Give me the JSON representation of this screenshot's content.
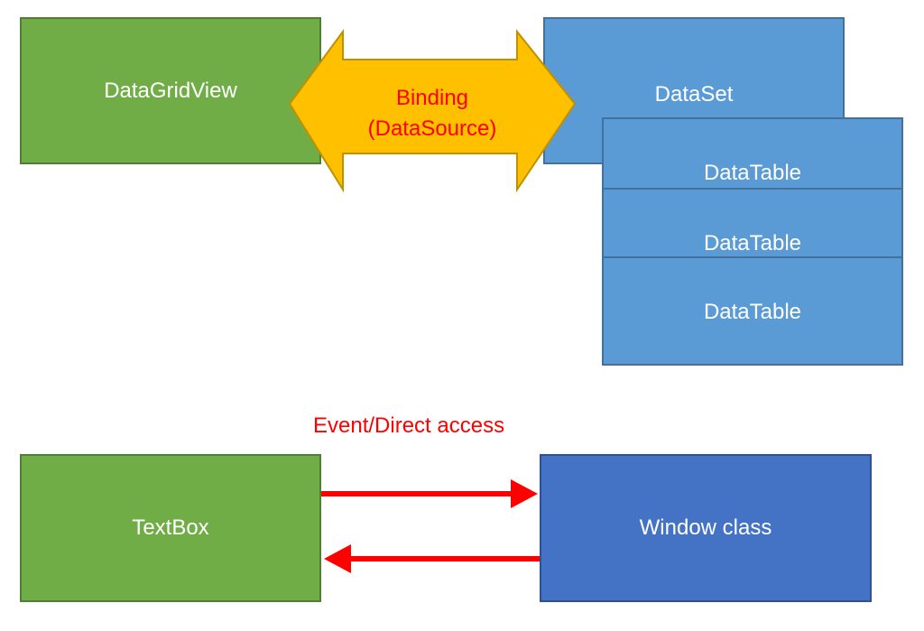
{
  "diagram": {
    "top": {
      "datagridview": "DataGridView",
      "dataset": "DataSet",
      "datatables": [
        "DataTable",
        "DataTable",
        "DataTable"
      ],
      "binding_line1": "Binding",
      "binding_line2": "(DataSource)"
    },
    "bottom": {
      "event_label": "Event/Direct access",
      "textbox": "TextBox",
      "window_class": "Window class"
    }
  },
  "colors": {
    "green": "#70ad47",
    "light_blue": "#5b9bd5",
    "dark_blue": "#4472c4",
    "arrow_yellow": "#ffc000",
    "red": "#ff0000"
  }
}
